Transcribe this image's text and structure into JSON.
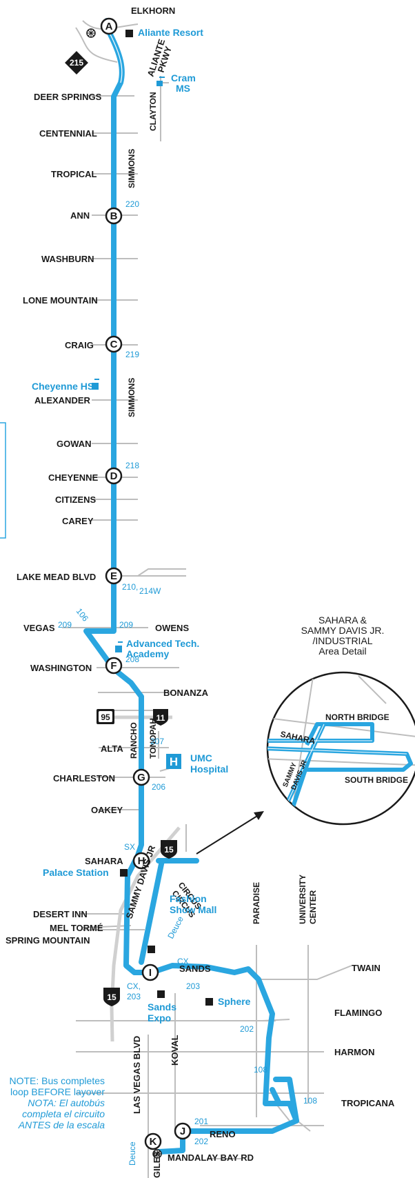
{
  "colors": {
    "route": "#2aa6e0",
    "street": "#bdbdbd",
    "text": "#1a1a1a",
    "accent": "#1f9ad6"
  },
  "streets": {
    "elkhorn": "ELKHORN",
    "deer_springs": "DEER SPRINGS",
    "centennial": "CENTENNIAL",
    "tropical": "TROPICAL",
    "ann": "ANN",
    "washburn": "WASHBURN",
    "lone_mountain": "LONE MOUNTAIN",
    "craig": "CRAIG",
    "alexander": "ALEXANDER",
    "gowan": "GOWAN",
    "cheyenne": "CHEYENNE",
    "citizens": "CITIZENS",
    "carey": "CAREY",
    "lake_mead": "LAKE MEAD BLVD",
    "vegas": "VEGAS",
    "owens": "OWENS",
    "washington": "WASHINGTON",
    "bonanza": "BONANZA",
    "alta": "ALTA",
    "charleston": "CHARLESTON",
    "oakey": "OAKEY",
    "sahara": "SAHARA",
    "desert_inn": "DESERT INN",
    "mel_torme": "MEL TORMÉ",
    "spring_mountain": "SPRING MOUNTAIN",
    "sands": "SANDS",
    "twain": "TWAIN",
    "flamingo": "FLAMINGO",
    "harmon": "HARMON",
    "tropicana": "TROPICANA",
    "reno": "RENO",
    "mandalay_bay": "MANDALAY BAY RD",
    "aliante_1": "ALIANTE",
    "aliante_2": "PKWY",
    "clayton": "CLAYTON",
    "simmons": "SIMMONS",
    "rancho": "RANCHO",
    "tonopah": "TONOPAH",
    "sammy_davis": "SAMMY DAVIS JR",
    "circus_1": "CIRCUS",
    "circus_2": "CIRCUS",
    "paradise": "PARADISE",
    "university_1": "UNIVERSITY",
    "university_2": "CENTER",
    "las_vegas_blvd": "LAS VEGAS BLVD",
    "koval": "KOVAL",
    "giles": "GILES",
    "deuce": "Deuce"
  },
  "stops": {
    "a": "A",
    "b": "B",
    "c": "C",
    "d": "D",
    "e": "E",
    "f": "F",
    "g": "G",
    "h": "H",
    "i": "I",
    "j": "J",
    "k": "K"
  },
  "poi": {
    "aliante_resort": "Aliante Resort",
    "cram_1": "Cram",
    "cram_2": "MS",
    "cheyenne_hs": "Cheyenne HS",
    "adv_tech_1": "Advanced Tech.",
    "adv_tech_2": "Academy",
    "umc_1": "UMC",
    "umc_2": "Hospital",
    "palace_station": "Palace Station",
    "fashion_1": "Fashion",
    "fashion_2": "Show Mall",
    "sands_expo_1": "Sands",
    "sands_expo_2": "Expo",
    "sphere": "Sphere",
    "hospital_icon": "H"
  },
  "routes": {
    "r220": "220",
    "r219": "219",
    "r218": "218",
    "r210": "210,",
    "r214w": "214W",
    "r209a": "209",
    "r209b": "209",
    "r106": "106",
    "r208": "208",
    "r207": "207",
    "r206": "206",
    "rsx": "SX",
    "rcx1": "CX,",
    "rcx2": "CX",
    "r203a": "203",
    "r203b": "203",
    "r202a": "202",
    "r202b": "202",
    "r201": "201",
    "r108a": "108",
    "r108b": "108"
  },
  "shields": {
    "clark_county": "215",
    "us95": "95",
    "i11": "11",
    "i15a": "15",
    "i15b": "15"
  },
  "note": {
    "en_1": "NOTE: Bus completes",
    "en_2": "loop BEFORE layover",
    "es_1": "NOTA: El autobús",
    "es_2": "completa el circuito",
    "es_3": "ANTES de la escala"
  },
  "detail": {
    "title_1": "SAHARA &",
    "title_2": "SAMMY DAVIS JR.",
    "title_3": "/INDUSTRIAL",
    "title_4": "Area Detail",
    "north_bridge": "NORTH BRIDGE",
    "south_bridge": "SOUTH BRIDGE",
    "sahara": "SAHARA",
    "sammy_1": "SAMMY",
    "sammy_2": "DAVIS JR"
  }
}
